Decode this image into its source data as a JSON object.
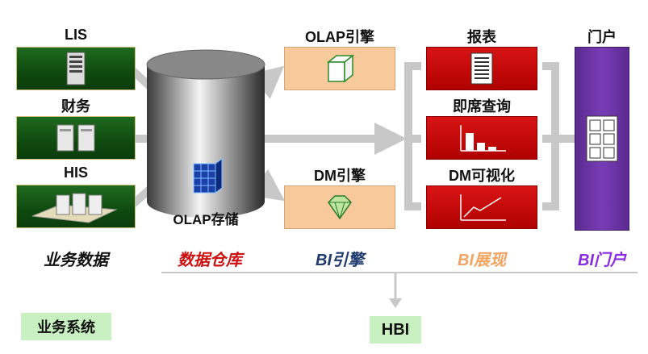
{
  "sources": {
    "lis": "LIS",
    "finance": "财务",
    "his": "HIS"
  },
  "warehouse": {
    "label": "OLAP存储"
  },
  "engines": {
    "olap": "OLAP引擎",
    "dm": "DM引擎"
  },
  "presentation": {
    "report": "报表",
    "adhoc_query": "即席查询",
    "dm_visual": "DM可视化"
  },
  "portal": {
    "label": "门户"
  },
  "categories": {
    "business_data": "业务数据",
    "data_warehouse": "数据仓库",
    "bi_engine": "BI引擎",
    "bi_presentation": "BI展现",
    "bi_portal": "BI门户"
  },
  "footer": {
    "business_system": "业务系统",
    "hbi": "HBI"
  },
  "colors": {
    "source_green": "#0f4a0f",
    "engine_peach": "#f8c99a",
    "report_red": "#c80000",
    "portal_purple": "#6a2fa5",
    "cat_business": "#111111",
    "cat_warehouse": "#cc1111",
    "cat_engine": "#1f3a6e",
    "cat_presentation": "#f4a460",
    "cat_portal": "#8a2be2",
    "arrow_gray": "#c8c8c8",
    "footer_green": "#c8f0c0"
  },
  "icons": [
    "server-tower-icon",
    "server-pair-icon",
    "server-farm-icon",
    "cube-icon",
    "diamond-icon",
    "document-icon",
    "bar-chart-icon",
    "line-chart-icon",
    "grid-icon",
    "data-cube-icon"
  ]
}
